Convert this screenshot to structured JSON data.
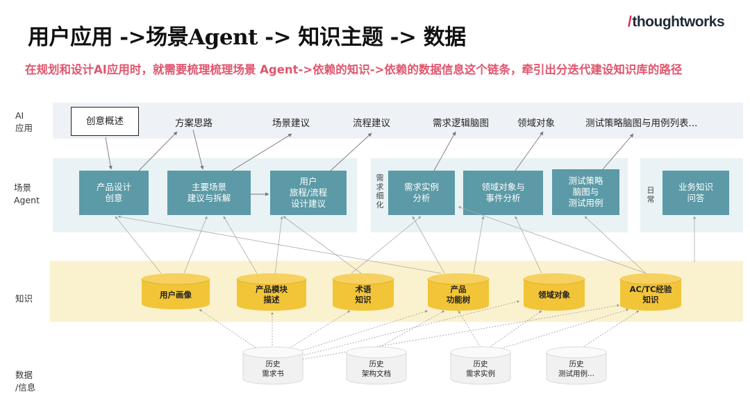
{
  "title": "用户应用 ->场景Agent -> 知识主题 -> 数据",
  "logo": {
    "slash": "/",
    "text": "thoughtworks"
  },
  "subtitle": "在规划和设计AI应用时，就需要梳理梳理场景 Agent->依赖的知识->依赖的数据信息这个链条，牵引出分迭代建设知识库的路径",
  "row_labels": {
    "ai": "AI\n应用",
    "scene": "场景\nAgent",
    "knowledge": "知识",
    "data": "数据\n/信息"
  },
  "side_labels": {
    "requirement": "需\n求\n细\n化",
    "daily": "日\n常"
  },
  "ai_apps": [
    "创意概述",
    "方案思路",
    "场景建议",
    "流程建议",
    "需求逻辑脑图",
    "领域对象",
    "测试策略脑图与用例列表..."
  ],
  "agents": [
    "产品设计\n创意",
    "主要场景\n建议与拆解",
    "用户\n旅程/流程\n设计建议",
    "需求实例\n分析",
    "领域对象与\n事件分析",
    "测试策略\n脑图与\n测试用例",
    "业务知识\n问答"
  ],
  "knowledge": [
    "用户画像",
    "产品模块\n描述",
    "术语\n知识",
    "产品\n功能树",
    "领域对象",
    "AC/TC经验\n知识"
  ],
  "data_sources": [
    "历史\n需求书",
    "历史\n架构文档",
    "历史\n需求实例",
    "历史\n测试用例..."
  ],
  "colors": {
    "agent_box": "#5b9aa6",
    "cylinder": "#f2c438",
    "subtitle": "#e0566f",
    "logo_slash": "#e2284f"
  }
}
